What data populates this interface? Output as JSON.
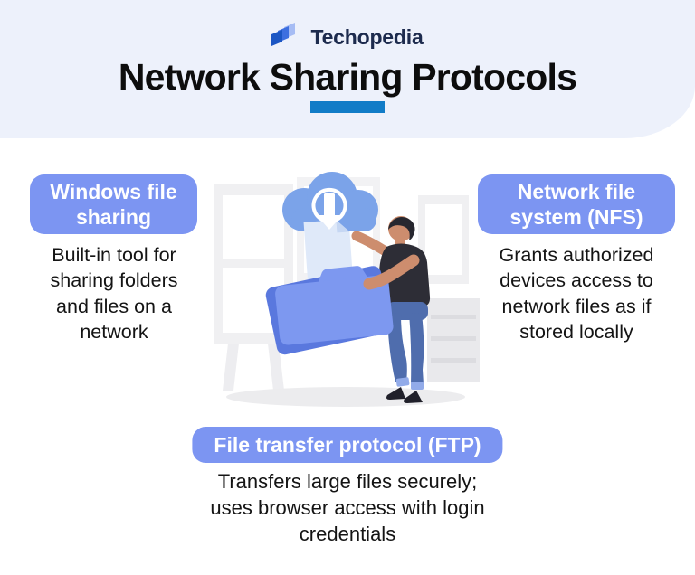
{
  "header": {
    "brand": "Techopedia",
    "title": "Network Sharing Protocols"
  },
  "sections": [
    {
      "id": "windows-file-sharing",
      "label": "Windows file\nsharing",
      "description": "Built-in tool for\nsharing folders\nand files on a\nnetwork"
    },
    {
      "id": "network-file-system",
      "label": "Network file\nsystem (NFS)",
      "description": "Grants authorized\ndevices access to\nnetwork files as if\nstored locally"
    },
    {
      "id": "file-transfer-protocol",
      "label": "File transfer protocol (FTP)",
      "description": "Transfers large files securely;\nuses browser access with login\ncredentials"
    }
  ],
  "illustration": {
    "name": "person-carrying-folder-with-cloud-download"
  },
  "colors": {
    "header_bg": "#edf1fb",
    "accent_underline": "#117cc7",
    "pill_blue": "#7c95f2",
    "brand_navy": "#1d2b4e",
    "logo_dark_blue": "#1b56c4",
    "logo_mid_blue": "#3d6fe0",
    "logo_light_blue": "#a6bcf4",
    "cloud_blue": "#7ba3e9",
    "folder_blue": "#7d98f0",
    "folder_back_blue": "#5a78de",
    "text_black": "#141414"
  }
}
